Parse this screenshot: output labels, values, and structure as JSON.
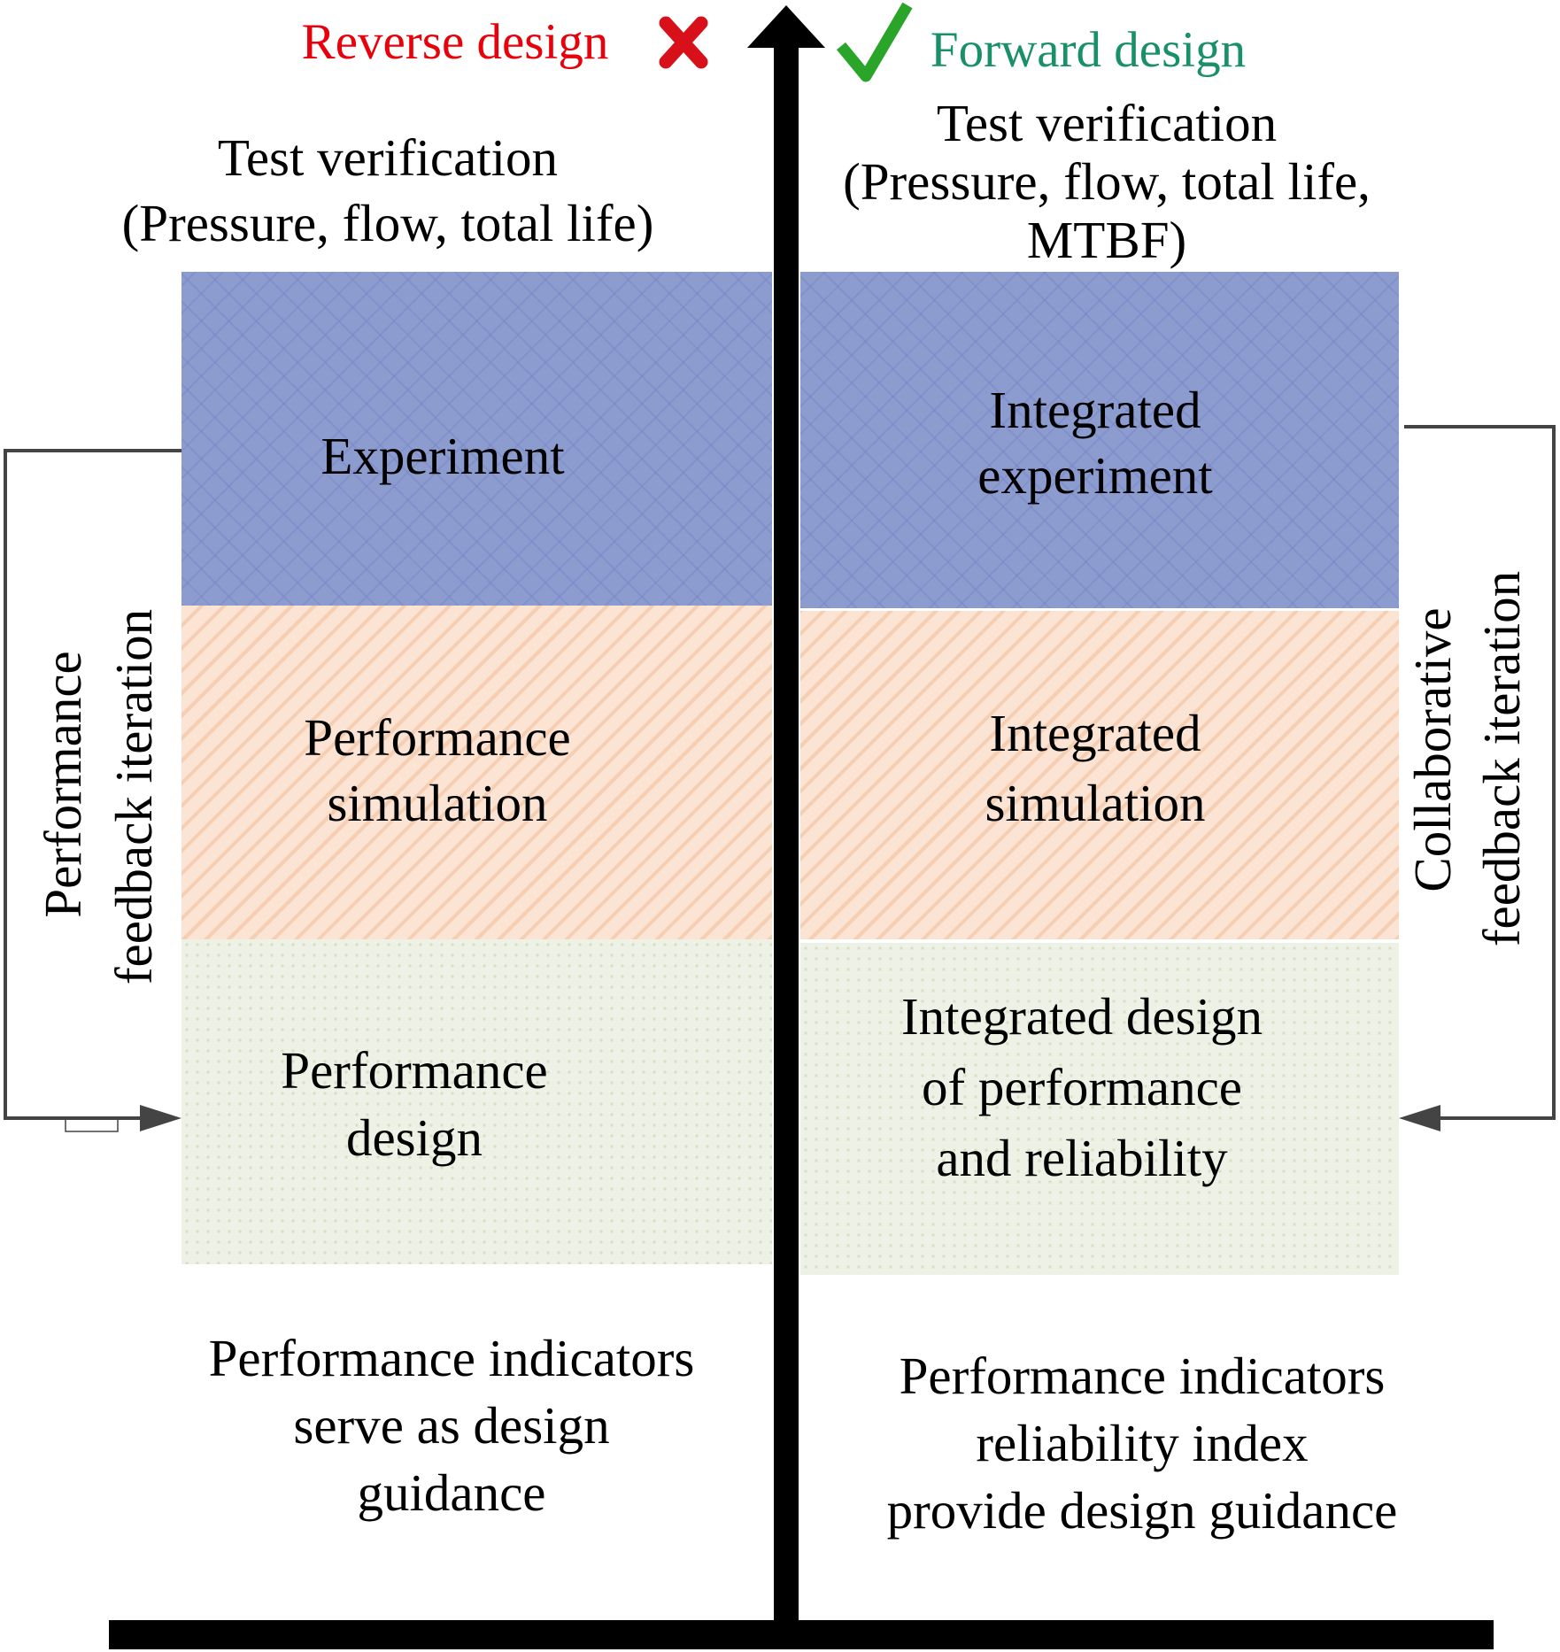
{
  "header": {
    "reverse_label": "Reverse design",
    "forward_label": "Forward design",
    "reverse_icon": "cross-icon",
    "forward_icon": "check-icon",
    "reverse_color": "#e8000b",
    "forward_color": "#1a9068"
  },
  "left": {
    "test_lines": [
      "Test verification",
      "(Pressure, flow, total life)"
    ],
    "blocks": [
      {
        "lines": [
          "Experiment"
        ]
      },
      {
        "lines": [
          "Performance",
          "simulation"
        ]
      },
      {
        "lines": [
          "Performance",
          "design"
        ]
      }
    ],
    "guidance_lines": [
      "Performance indicators",
      "serve as design",
      "guidance"
    ],
    "feedback_lines": [
      "Performance",
      "feedback iteration"
    ]
  },
  "right": {
    "test_lines": [
      "Test verification",
      "(Pressure, flow, total life,",
      "MTBF)"
    ],
    "blocks": [
      {
        "lines": [
          "Integrated",
          "experiment"
        ]
      },
      {
        "lines": [
          "Integrated",
          "simulation"
        ]
      },
      {
        "lines": [
          "Integrated design",
          "of performance",
          "and reliability"
        ]
      }
    ],
    "guidance_lines": [
      "Performance indicators",
      "reliability index",
      "provide design guidance"
    ],
    "feedback_lines": [
      "Collaborative",
      "feedback iteration"
    ]
  }
}
